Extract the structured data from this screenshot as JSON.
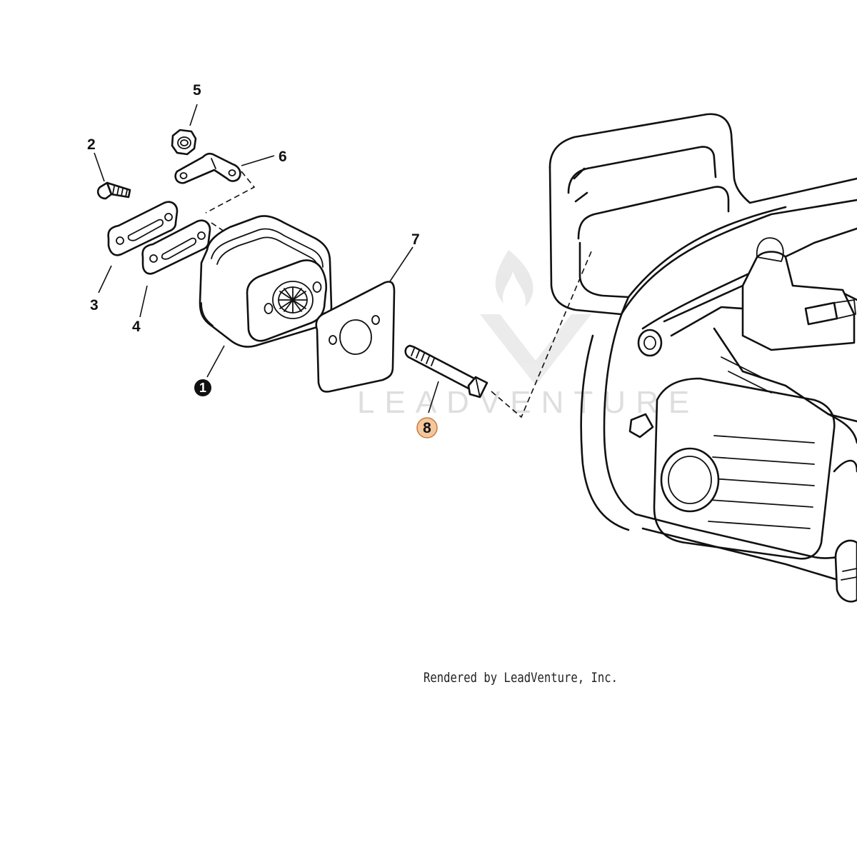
{
  "watermark": {
    "text": "LEADVENTURE"
  },
  "callouts": [
    {
      "id": "1",
      "label": "1",
      "style": "filled-black"
    },
    {
      "id": "2",
      "label": "2",
      "style": "plain"
    },
    {
      "id": "3",
      "label": "3",
      "style": "plain"
    },
    {
      "id": "4",
      "label": "4",
      "style": "plain"
    },
    {
      "id": "5",
      "label": "5",
      "style": "plain"
    },
    {
      "id": "6",
      "label": "6",
      "style": "plain"
    },
    {
      "id": "7",
      "label": "7",
      "style": "plain"
    },
    {
      "id": "8",
      "label": "8",
      "style": "highlighted"
    }
  ],
  "footer": {
    "text": "Rendered by LeadVenture, Inc."
  },
  "colors": {
    "highlight_fill": "#f3c79f",
    "highlight_stroke": "#c97a3a",
    "line": "#111111",
    "watermark": "#d4d4d4"
  }
}
